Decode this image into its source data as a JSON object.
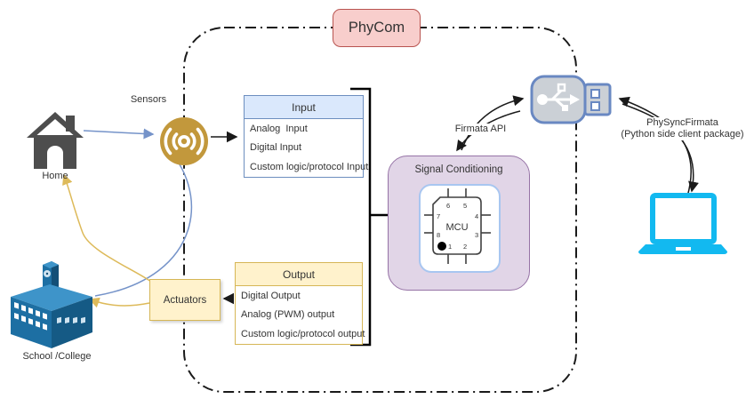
{
  "diagram": {
    "title": "PhyCom",
    "sensors_label": "Sensors",
    "home_label": "Home",
    "school_label": "School /College",
    "actuators_label": "Actuators",
    "firmata_label": "Firmata API",
    "physync_label_line1": "PhySyncFirmata",
    "physync_label_line2": "(Python side client package)",
    "signal_conditioning": {
      "title": "Signal Conditioning",
      "chip_label": "MCU",
      "pins": {
        "p1": "1",
        "p2": "2",
        "p3": "3",
        "p4": "4",
        "p5": "5",
        "p6": "6",
        "p7": "7",
        "p8": "8"
      }
    },
    "input_box": {
      "header": "Input",
      "rows": [
        "Analog  Input",
        "Digital Input",
        "Custom logic/protocol Input"
      ]
    },
    "output_box": {
      "header": "Output",
      "rows": [
        "Digital Output",
        "Analog (PWM) output",
        "Custom logic/protocol output"
      ]
    },
    "colors": {
      "phycom_fill": "#F8CECC",
      "phycom_border": "#B85450",
      "input_fill": "#DAE8FC",
      "input_border": "#6C8EBF",
      "output_fill": "#FFF2CC",
      "output_border": "#D6B656",
      "signal_fill": "#E1D5E7",
      "signal_border": "#9673A6",
      "sensor_gold": "#C2983C",
      "laptop_cyan": "#12B9F0",
      "arrow_blue": "#7593C9",
      "arrow_yellow": "#DDBA5A",
      "house_gray": "#4D4D4D",
      "school_blue": "#1D6FA3"
    }
  }
}
